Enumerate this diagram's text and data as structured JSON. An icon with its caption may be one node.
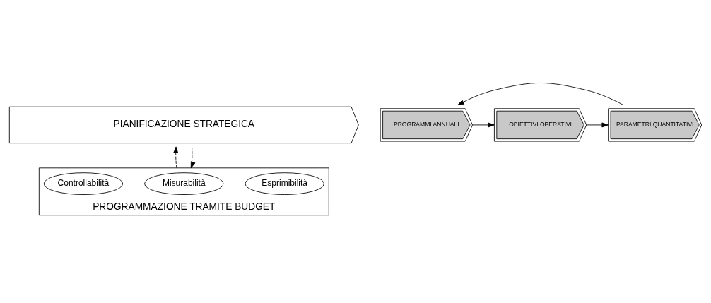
{
  "diagram": {
    "nodes": [
      {
        "text": [
          "PIANIFICAZIONE STRATEGICA"
        ]
      },
      {
        "text": [
          "PROGRAMMAZIONE TRAMITE BUDGET"
        ]
      },
      {
        "text": [
          "PROGRAMMI ANNUALI"
        ]
      },
      {
        "text": [
          "OBIETTIVI OPERATIVI"
        ]
      },
      {
        "text": [
          "PARAMETRI QUANTITATIVI"
        ]
      },
      {
        "text": [
          "Esprimibilità"
        ],
        "in": 1
      },
      {
        "text": [
          "Misurabilità"
        ],
        "in": 1
      },
      {
        "text": [
          "Controllabilità"
        ],
        "in": 1
      }
    ],
    "edges": [
      {
        "from": 2,
        "to": 3,
        "arrow": "to"
      },
      {
        "from": 3,
        "to": 4,
        "arrow": "to"
      },
      {
        "from": 4,
        "to": 2,
        "arrow": "to"
      },
      {
        "from": 0,
        "to": 1,
        "arrow": "to",
        "style": "dashed"
      },
      {
        "from": 1,
        "to": 0,
        "arrow": "to",
        "style": "dashed"
      }
    ]
  }
}
